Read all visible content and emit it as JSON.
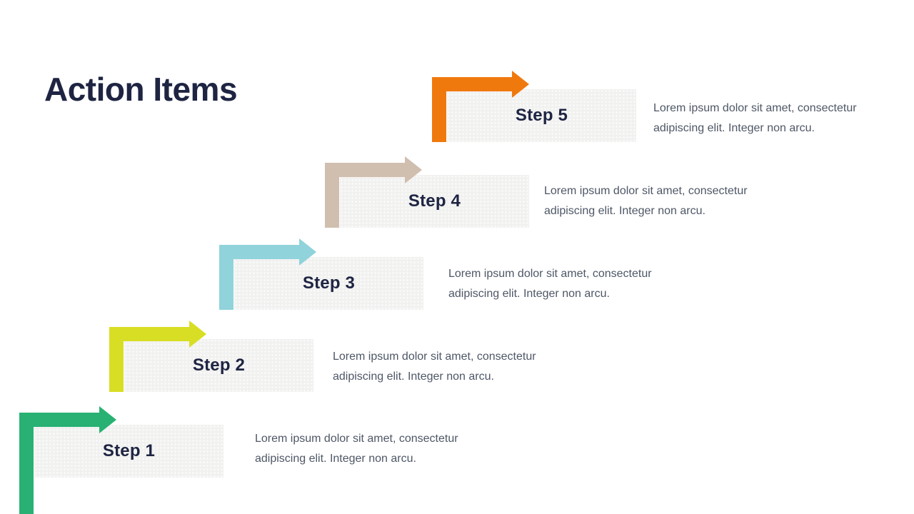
{
  "slide": {
    "title": "Action Items",
    "title_color": "#1E2442",
    "background": "#FFFFFF",
    "box_background": "#F1F1F0",
    "label_color": "#1E2442",
    "description_color": "#4E5766"
  },
  "steps": [
    {
      "label": "Step 1",
      "arrow_color": "#28B173",
      "arrow_icon": "l-corner-right-arrow",
      "lines": [
        "Lorem ipsum dolor sit amet, consectetur",
        "adipiscing elit. Integer non arcu."
      ]
    },
    {
      "label": "Step 2",
      "arrow_color": "#D8DE23",
      "arrow_icon": "l-corner-right-arrow",
      "lines": [
        "Lorem ipsum dolor sit amet, consectetur",
        "adipiscing elit. Integer non arcu."
      ]
    },
    {
      "label": "Step 3",
      "arrow_color": "#90D3DB",
      "arrow_icon": "l-corner-right-arrow",
      "lines": [
        "Lorem ipsum dolor sit amet, consectetur",
        "adipiscing elit. Integer non arcu."
      ]
    },
    {
      "label": "Step 4",
      "arrow_color": "#D0BEAF",
      "arrow_icon": "l-corner-right-arrow",
      "lines": [
        "Lorem ipsum dolor sit amet, consectetur",
        "adipiscing elit. Integer non arcu."
      ]
    },
    {
      "label": "Step 5",
      "arrow_color": "#F0790D",
      "arrow_icon": "l-corner-right-arrow",
      "lines": [
        "Lorem ipsum dolor sit amet, consectetur",
        "adipiscing elit. Integer non arcu."
      ]
    }
  ]
}
